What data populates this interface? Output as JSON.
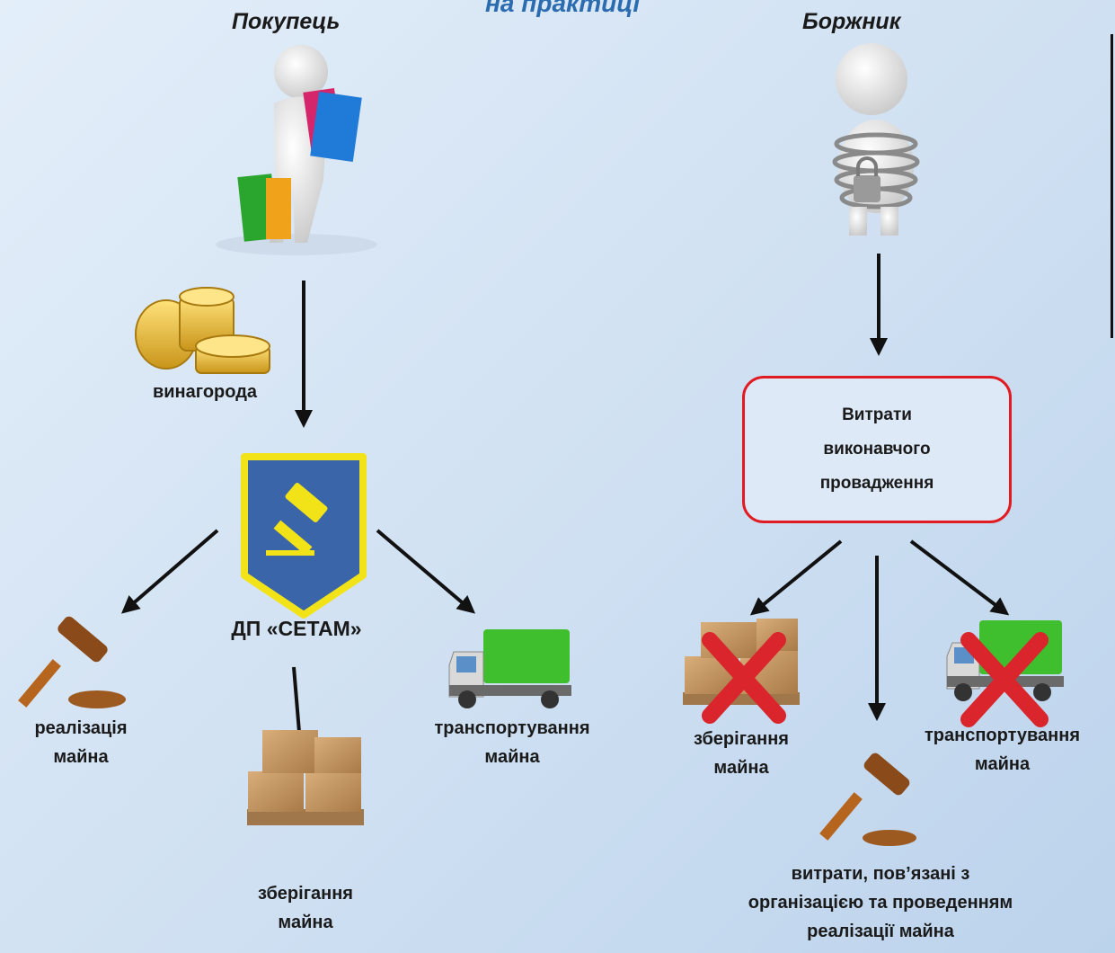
{
  "header": {
    "title_fragment": "на практиці"
  },
  "left": {
    "heading": "Покупець",
    "reward_label": "винагорода",
    "setam_label": "ДП «СЕТАМ»",
    "items": {
      "sale": [
        "реалізація",
        "майна"
      ],
      "storage": [
        "зберігання",
        "майна"
      ],
      "transport": [
        "транспортування",
        "майна"
      ]
    }
  },
  "right": {
    "heading": "Боржник",
    "box_lines": [
      "Витрати",
      "виконавчого",
      "провадження"
    ],
    "items": {
      "storage": [
        "зберігання",
        "майна"
      ],
      "transport": [
        "транспортування",
        "майна"
      ],
      "sale_costs": [
        "витрати, пов’язані з",
        "організацією та проведенням",
        "реалізації майна"
      ]
    }
  },
  "colors": {
    "arrow": "#111111",
    "box_border": "#e11b22",
    "title": "#2b6cb0",
    "shield": "#3a65a8",
    "shield_border": "#f2e318",
    "cross": "#d9252b",
    "truck_box": "#3fbf2e"
  }
}
